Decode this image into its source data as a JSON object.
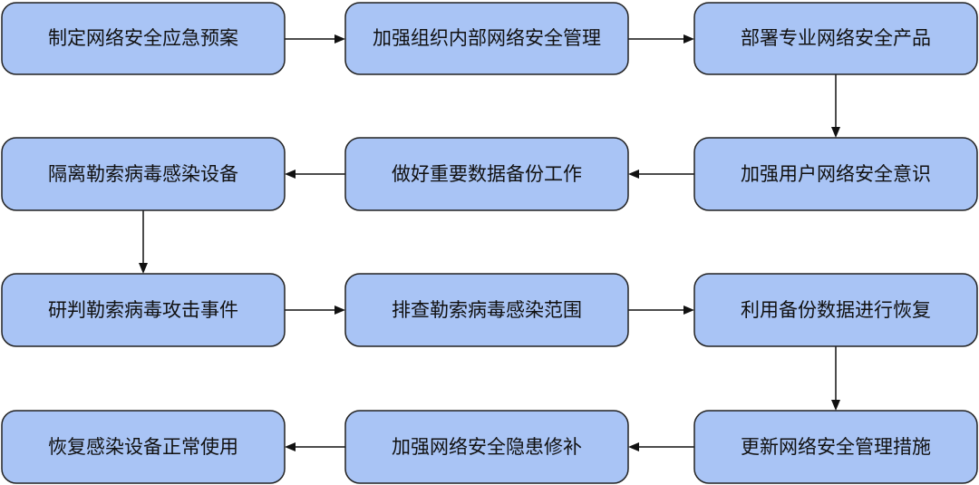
{
  "colors": {
    "node_fill": "#a9c4f5",
    "node_border": "#222222",
    "arrow": "#111111",
    "background": "#ffffff"
  },
  "steps": [
    "制定网络安全应急预案",
    "加强组织内部网络安全管理",
    "部署专业网络安全产品",
    "加强用户网络安全意识",
    "做好重要数据备份工作",
    "隔离勒索病毒感染设备",
    "研判勒索病毒攻击事件",
    "排查勒索病毒感染范围",
    "利用备份数据进行恢复",
    "更新网络安全管理措施",
    "加强网络安全隐患修补",
    "恢复感染设备正常使用"
  ]
}
